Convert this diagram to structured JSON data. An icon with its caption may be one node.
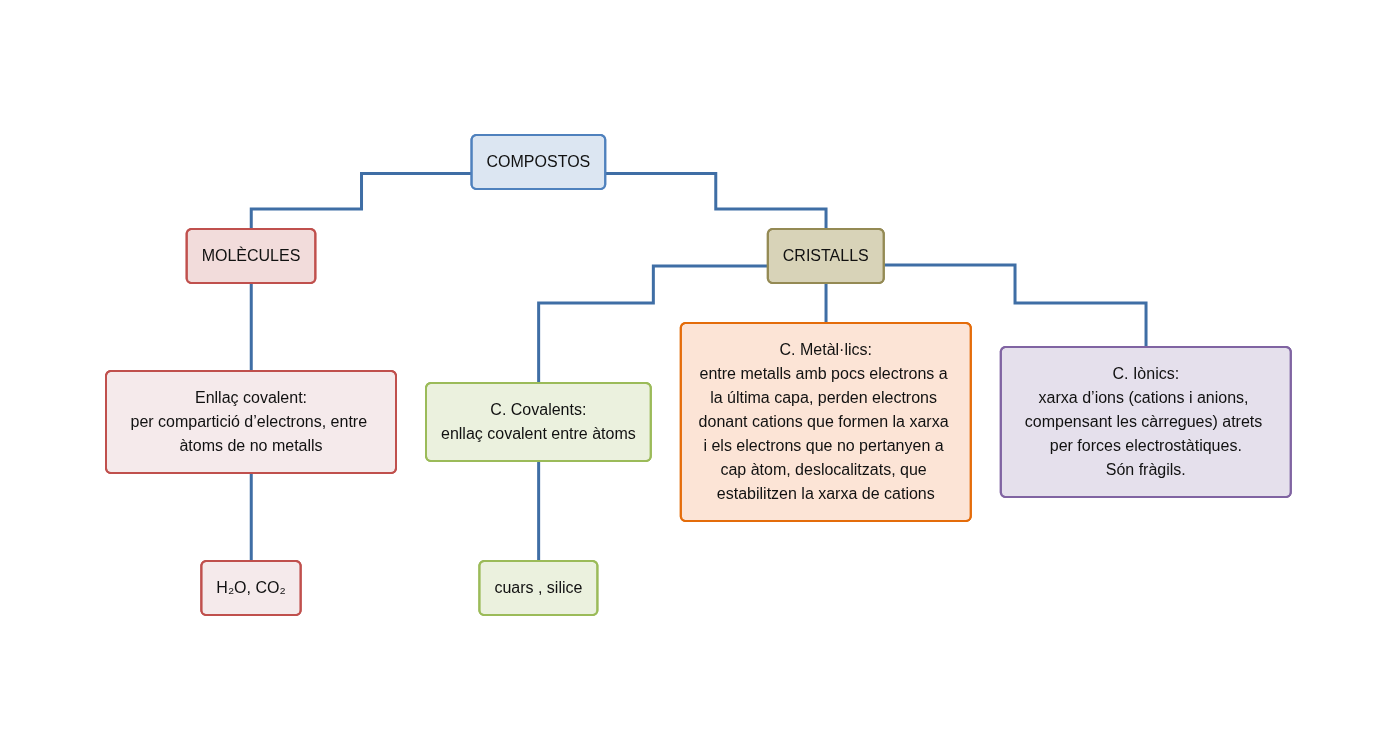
{
  "diagram": {
    "nodes": [
      {
        "text": [
          "COMPOSTOS"
        ]
      },
      {
        "text": [
          "MOLÈCULES"
        ]
      },
      {
        "text": [
          "CRISTALLS"
        ]
      },
      {
        "text": [
          "Enllaç covalent:",
          "per compartició d’electrons, entre àtoms de no metalls"
        ]
      },
      {
        "text": [
          "H₂O,  CO₂"
        ]
      },
      {
        "text": [
          "C. Covalents:",
          "enllaç covalent entre àtoms"
        ]
      },
      {
        "text": [
          "cuars , silice"
        ]
      },
      {
        "text": [
          "C. Metàl·lics:",
          "entre metalls amb pocs electrons a la última capa, perden electrons donant cations que formen la xarxa i els electrons que no pertanyen a cap àtom, deslocalitzats, que estabilitzen la xarxa de cations"
        ]
      },
      {
        "text": [
          "C. Iònics:",
          "xarxa d’ions (cations i anions, compensant les càrregues) atrets per forces electrostàtiques.",
          "Són fràgils."
        ]
      }
    ],
    "edges": [
      {
        "from": 0,
        "to": 1,
        "arrow": "none"
      },
      {
        "from": 0,
        "to": 2,
        "arrow": "none"
      },
      {
        "from": 1,
        "to": 3,
        "arrow": "none"
      },
      {
        "from": 3,
        "to": 4,
        "arrow": "none"
      },
      {
        "from": 2,
        "to": 5,
        "arrow": "none"
      },
      {
        "from": 5,
        "to": 6,
        "arrow": "none"
      },
      {
        "from": 2,
        "to": 7,
        "arrow": "none"
      },
      {
        "from": 2,
        "to": 8,
        "arrow": "none"
      }
    ]
  }
}
